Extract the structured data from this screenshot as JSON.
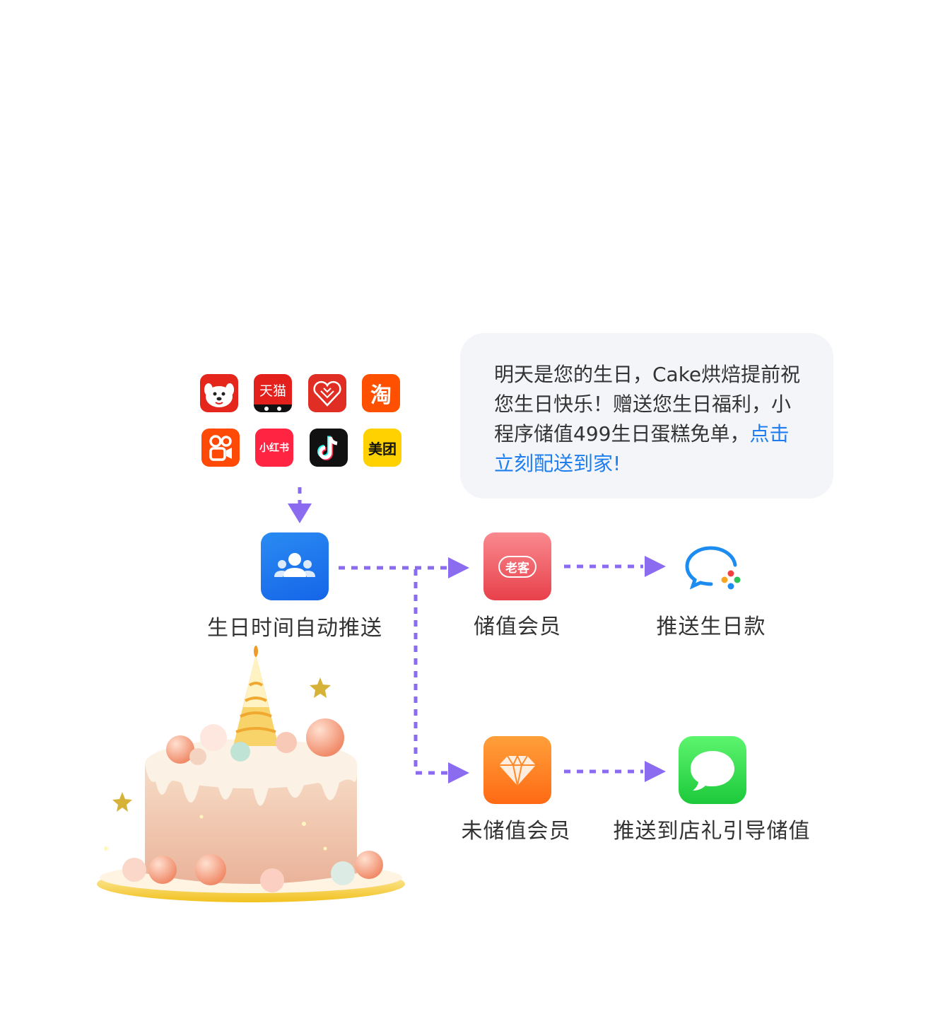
{
  "message": {
    "text_before": "明天是您的生日，Cake烘焙提前祝您生日快乐！赠送您生日福利，小程序储值499生日蛋糕免单，",
    "link": "点击立刻配送到家!"
  },
  "platforms": [
    {
      "icon": "jd-dog-icon",
      "label": "",
      "color": "#e4261c"
    },
    {
      "icon": "tmall-icon",
      "label": "天猫",
      "color": "#e4201c"
    },
    {
      "icon": "pinduoduo-icon",
      "label": "",
      "color": "#e02e24"
    },
    {
      "icon": "taobao-icon",
      "label": "淘",
      "color": "#ff5000"
    },
    {
      "icon": "kuaishou-icon",
      "label": "",
      "color": "#ff4906"
    },
    {
      "icon": "xiaohongshu-icon",
      "label": "小红书",
      "color": "#ff2442"
    },
    {
      "icon": "douyin-icon",
      "label": "",
      "color": "#111111"
    },
    {
      "icon": "meituan-icon",
      "label": "美团",
      "color": "#ffd100"
    }
  ],
  "nodes": {
    "source": {
      "label": "生日时间自动推送",
      "icon": "people-group-icon"
    },
    "member": {
      "label": "储值会员",
      "badge": "老客",
      "icon": "old-customer-badge-icon"
    },
    "non_member": {
      "label": "未储值会员",
      "icon": "diamond-icon"
    },
    "push_member": {
      "label": "推送生日款",
      "icon": "wecom-chat-icon"
    },
    "push_non_member": {
      "label": "推送到店礼引导储值",
      "icon": "message-bubble-icon"
    }
  },
  "colors": {
    "arrow": "#8b6cf0",
    "link": "#1e7ef0",
    "bubble_bg": "#f3f5f8"
  }
}
